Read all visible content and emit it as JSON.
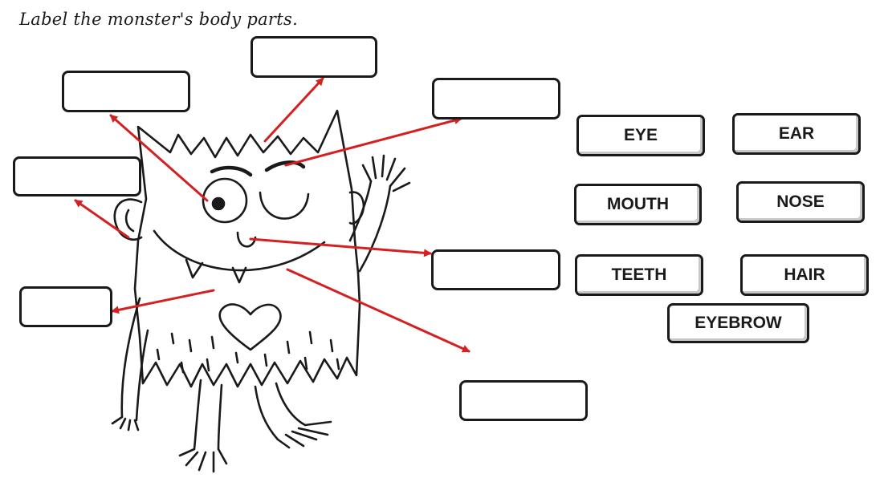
{
  "instruction": "Label the monster's body parts.",
  "answer_boxes": [
    "",
    "",
    "",
    "",
    "",
    "",
    "",
    ""
  ],
  "word_bank": [
    "EYE",
    "EAR",
    "MOUTH",
    "NOSE",
    "TEETH",
    "HAIR",
    "EYEBROW"
  ],
  "colors": {
    "arrow": "#d42020",
    "outline": "#1a1a1a"
  }
}
